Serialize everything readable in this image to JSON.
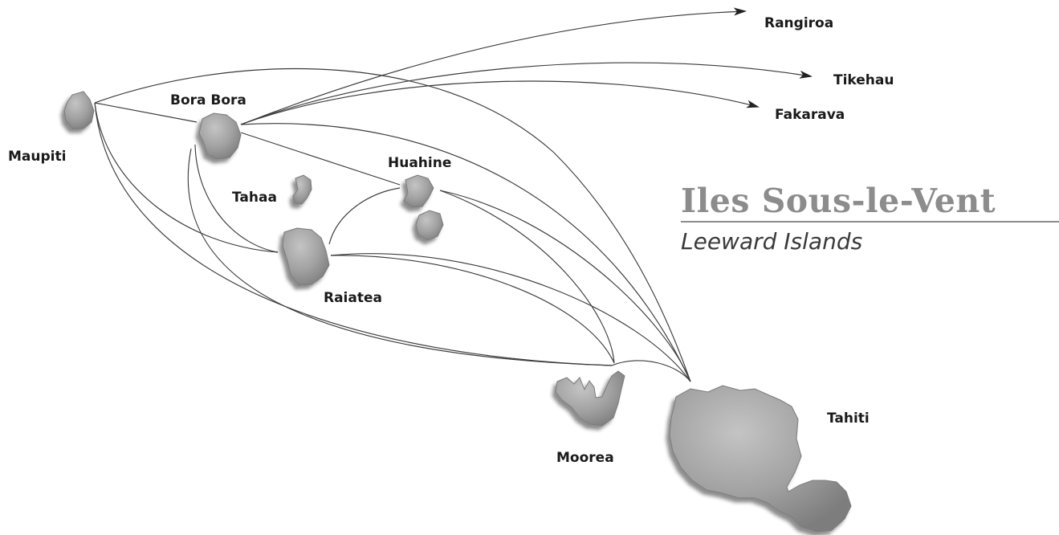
{
  "map": {
    "title": "Iles Sous-le-Vent",
    "subtitle": "Leeward Islands",
    "islands": {
      "maupiti": "Maupiti",
      "bora_bora": "Bora Bora",
      "tahaa": "Tahaa",
      "huahine": "Huahine",
      "raiatea": "Raiatea",
      "moorea": "Moorea",
      "tahiti": "Tahiti"
    },
    "destinations": {
      "rangiroa": "Rangiroa",
      "tikehau": "Tikehau",
      "fakarava": "Fakarava"
    },
    "colors": {
      "route": "#3b3b3b",
      "island": "#9d9d9d",
      "title": "#8c8c8c"
    }
  }
}
